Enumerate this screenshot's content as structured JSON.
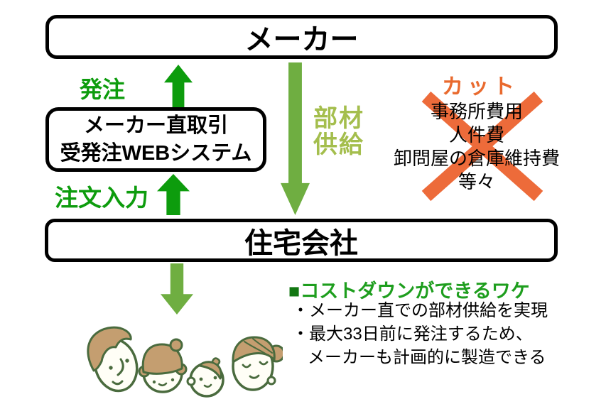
{
  "nodes": {
    "maker": {
      "label": "メーカー"
    },
    "web_system": {
      "line1": "メーカー直取引",
      "line2": "受発注WEBシステム"
    },
    "housing": {
      "label": "住宅会社"
    }
  },
  "labels": {
    "order": "発注",
    "order_input": "注文入力",
    "supply_line1": "部材",
    "supply_line2": "供給"
  },
  "cut": {
    "title": "カット",
    "items": [
      "事務所費用",
      "人件費",
      "卸問屋の倉庫維持費",
      "等々"
    ]
  },
  "costdown": {
    "square": "■",
    "heading": "コストダウンができるワケ",
    "lines": [
      "・メーカー直での部材供給を実現",
      "・最大33日前に発注するため、",
      "メーカーも計画的に製造できる"
    ]
  },
  "colors": {
    "green_dark": "#0d9c0d",
    "green_mid": "#6fae41",
    "green_light": "#a4be4d",
    "green_heading": "#1e9e1e",
    "green_square": "#127712",
    "orange_cut": "#e96a2e",
    "orange_cross": "#ed6b3a",
    "box_border": "#000000"
  }
}
